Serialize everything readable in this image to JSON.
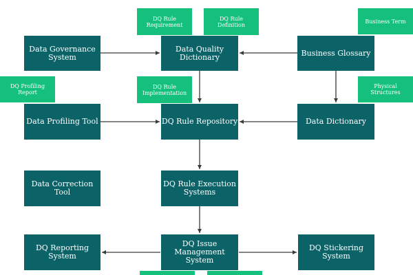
{
  "colors": {
    "node": "#0c6367",
    "tag": "#14c07c",
    "arrow": "#3a3a3a",
    "text": "#ffffff"
  },
  "nodes": {
    "data_governance_system": "Data Governance\nSystem",
    "data_quality_dictionary": "Data Quality\nDictionary",
    "business_glossary": "Business Glossary",
    "data_profiling_tool": "Data Profiling Tool",
    "dq_rule_repository": "DQ Rule Repository",
    "data_dictionary": "Data Dictionary",
    "data_correction_tool": "Data Correction\nTool",
    "dq_rule_execution_systems": "DQ Rule Execution\nSystems",
    "dq_reporting_system": "DQ Reporting\nSystem",
    "dq_issue_management_system": "DQ Issue\nManagement System",
    "dq_stickering_system": "DQ Stickering\nSystem"
  },
  "tags": {
    "dq_rule_requirement": "DQ Rule\nRequirement",
    "dq_rule_definition": "DQ Rule\nDefinition",
    "business_term": "Business Term",
    "dq_profiling_report": "DQ Profiling\nReport",
    "dq_rule_implementation": "DQ Rule\nImplementation",
    "physical_structures": "Physical\nStructures",
    "bottom_tag_1": "",
    "bottom_tag_2": ""
  },
  "edges": [
    {
      "from": "data_governance_system",
      "to": "data_quality_dictionary"
    },
    {
      "from": "business_glossary",
      "to": "data_quality_dictionary"
    },
    {
      "from": "data_quality_dictionary",
      "to": "dq_rule_repository"
    },
    {
      "from": "business_glossary",
      "to": "data_dictionary"
    },
    {
      "from": "data_profiling_tool",
      "to": "dq_rule_repository"
    },
    {
      "from": "data_dictionary",
      "to": "dq_rule_repository"
    },
    {
      "from": "dq_rule_repository",
      "to": "dq_rule_execution_systems"
    },
    {
      "from": "dq_rule_execution_systems",
      "to": "dq_issue_management_system"
    },
    {
      "from": "dq_issue_management_system",
      "to": "dq_reporting_system"
    },
    {
      "from": "dq_issue_management_system",
      "to": "dq_stickering_system"
    }
  ]
}
